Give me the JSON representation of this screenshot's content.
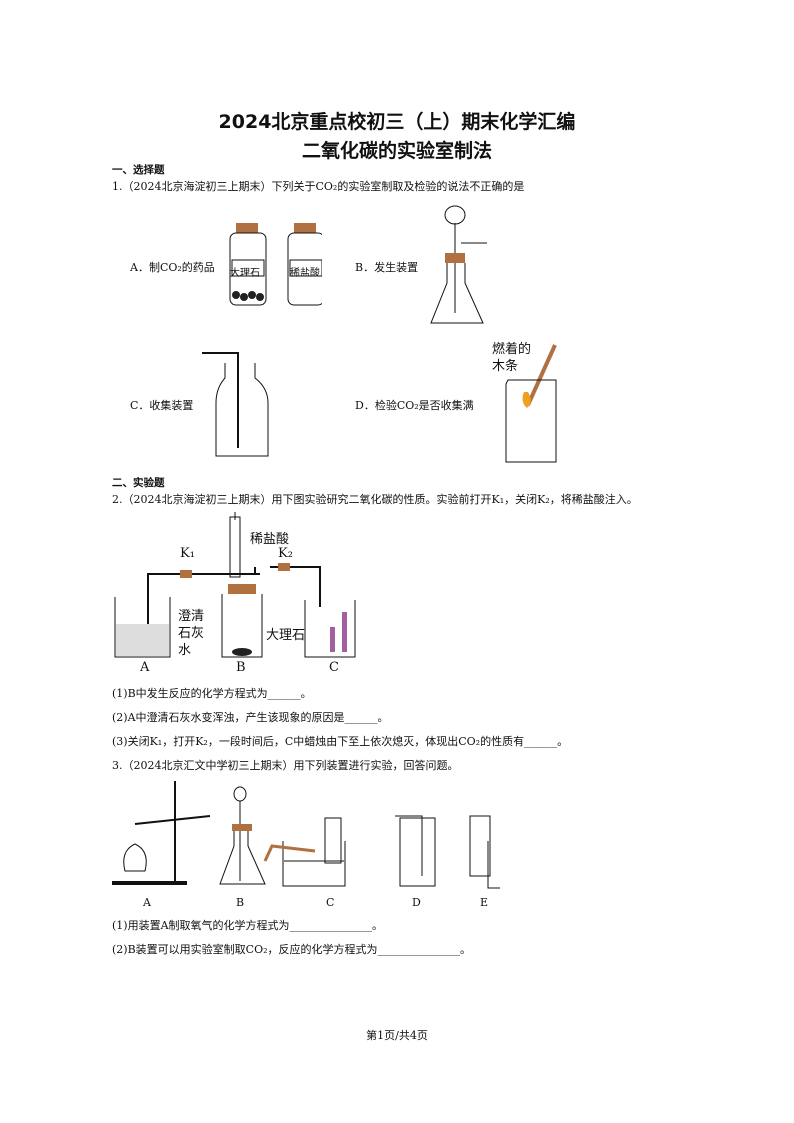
{
  "title": {
    "line1": "2024北京重点校初三（上）期末化学汇编",
    "line2": "二氧化碳的实验室制法"
  },
  "section1": "一、选择题",
  "q1": {
    "stem": "1.（2024北京海淀初三上期末）下列关于CO₂的实验室制取及检验的说法不正确的是",
    "options": {
      "a": "A．制CO₂的药品",
      "b": "B．发生装置",
      "c": "C．收集装置",
      "d": "D．检验CO₂是否收集满"
    },
    "labels": {
      "jar1": "大理石",
      "jar2": "稀盐酸",
      "stick": "燃着的",
      "stick2": "木条"
    }
  },
  "section2": "二、实验题",
  "q2": {
    "stem": "2.（2024北京海淀初三上期末）用下图实验研究二氧化碳的性质。实验前打开K₁，关闭K₂，将稀盐酸注入。",
    "labels": {
      "acid": "稀盐酸",
      "k1": "K₁",
      "k2": "K₂",
      "lime1": "澄清",
      "lime2": "石灰",
      "lime3": "水",
      "marble": "大理石",
      "a": "A",
      "b": "B",
      "c": "C"
    },
    "sub1": "(1)B中发生反应的化学方程式为______。",
    "sub2": "(2)A中澄清石灰水变浑浊，产生该现象的原因是______。",
    "sub3": "(3)关闭K₁，打开K₂，一段时间后，C中蜡烛由下至上依次熄灭，体现出CO₂的性质有______。"
  },
  "q3": {
    "stem": "3.（2024北京汇文中学初三上期末）用下列装置进行实验，回答问题。",
    "labels": [
      "A",
      "B",
      "C",
      "D",
      "E"
    ],
    "sub1": "(1)用装置A制取氧气的化学方程式为_______________。",
    "sub2": "(2)B装置可以用实验室制取CO₂，反应的化学方程式为_______________。"
  },
  "footer": "第1页/共4页"
}
